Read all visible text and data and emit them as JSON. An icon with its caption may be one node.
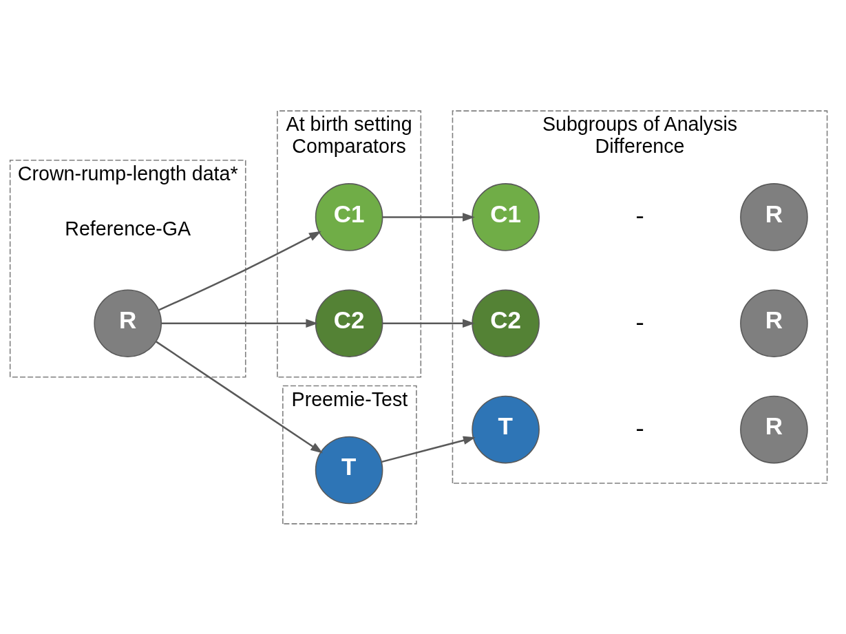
{
  "diagram": {
    "nodes": [
      {
        "text": [
          "Crown-rump-length data*"
        ]
      },
      {
        "text": [
          "R"
        ],
        "in": 0,
        "beside": [
          "Reference-GA"
        ]
      },
      {
        "text": [
          "At birth setting",
          "Comparators"
        ]
      },
      {
        "text": [
          "C1"
        ],
        "in": 2
      },
      {
        "text": [
          "C2"
        ],
        "in": 2
      },
      {
        "text": [
          "Preemie-Test"
        ]
      },
      {
        "text": [
          "T"
        ],
        "in": 5
      },
      {
        "text": [
          "Subgroups of Analysis",
          "Difference"
        ]
      },
      {
        "text": [
          "C1"
        ],
        "in": 7
      },
      {
        "text": [
          "R"
        ],
        "in": 7
      },
      {
        "text": [
          "C2"
        ],
        "in": 7
      },
      {
        "text": [
          "R"
        ],
        "in": 7
      },
      {
        "text": [
          "T"
        ],
        "in": 7
      },
      {
        "text": [
          "R"
        ],
        "in": 7
      }
    ],
    "edges": [
      {
        "from": 1,
        "to": 3,
        "arrow": "to"
      },
      {
        "from": 1,
        "to": 4,
        "arrow": "to"
      },
      {
        "from": 1,
        "to": 6,
        "arrow": "to"
      },
      {
        "from": 3,
        "to": 8,
        "arrow": "to"
      },
      {
        "from": 4,
        "to": 10,
        "arrow": "to"
      },
      {
        "from": 6,
        "to": 12,
        "arrow": "to"
      }
    ],
    "labels": [
      "-",
      "-",
      "-"
    ]
  }
}
